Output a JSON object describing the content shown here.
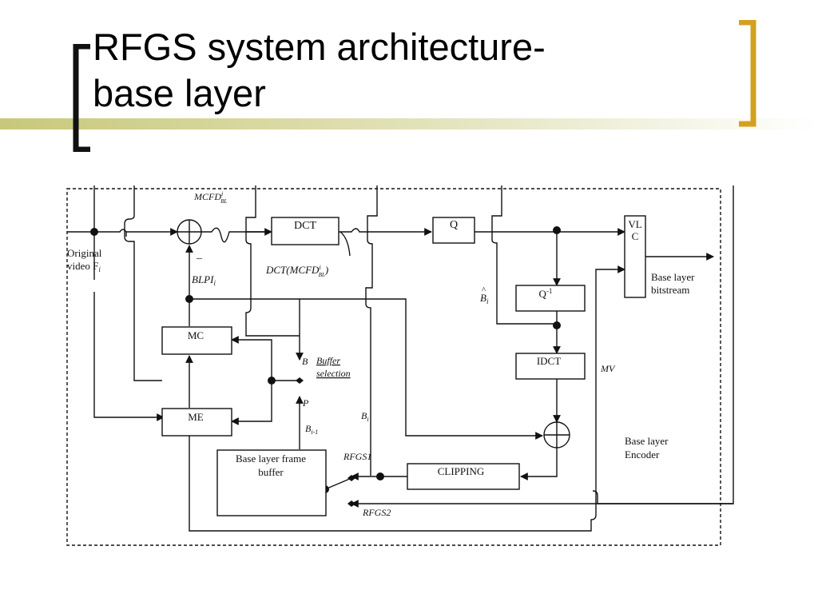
{
  "slide": {
    "title_line1": "RFGS system architecture-",
    "title_line2": "base layer",
    "accent_color": "#C8C87A",
    "bracket_left_color": "#111111",
    "bracket_right_color": "#D4A020"
  },
  "diagram": {
    "blocks": {
      "dct": "DCT",
      "q": "Q",
      "vlc_line1": "VL",
      "vlc_line2": "C",
      "qinv": "Q",
      "qinv_sup": "-1",
      "idct": "IDCT",
      "mc": "MC",
      "me": "ME",
      "frame_buffer_line1": "Base layer frame",
      "frame_buffer_line2": "buffer",
      "clipping": "CLIPPING"
    },
    "labels": {
      "original_video_line1": "Original",
      "original_video_line2": "video F",
      "original_video_sub": "i",
      "mcfd": "MCFD",
      "mcfd_sup": "i",
      "mcfd_sub": "BL",
      "dct_mcfd": "DCT(MCFD",
      "dct_mcfd_sup": "i",
      "dct_mcfd_sub": "BL",
      "dct_mcfd_close": ")",
      "blpi": "BLPI",
      "blpi_sub": "i",
      "minus": "_",
      "bhat": "B",
      "bhat_accent": "^",
      "bhat_sub": "i",
      "b_select": "B",
      "p_select": "P",
      "buffer_selection_line1": "Buffer",
      "buffer_selection_line2": "selection",
      "bi": "B",
      "bi_sub": "i",
      "bi1": "B",
      "bi1_sub": "i-1",
      "mv": "MV",
      "base_layer_bitstream_line1": "Base layer",
      "base_layer_bitstream_line2": "bitstream",
      "base_layer_encoder_line1": "Base layer",
      "base_layer_encoder_line2": "Encoder",
      "rfgs1": "RFGS1",
      "rfgs2": "RFGS2"
    }
  }
}
